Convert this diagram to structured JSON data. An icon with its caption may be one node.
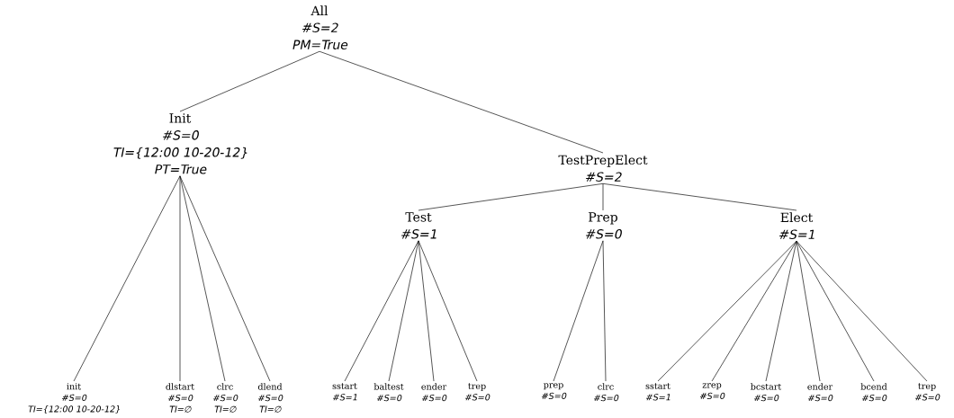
{
  "diagram": {
    "nodes": [
      {
        "text": [
          "All",
          "#S=2",
          "PM=True"
        ]
      },
      {
        "text": [
          "Init",
          "#S=0",
          "TI={12:00 10-20-12}",
          "PT=True"
        ]
      },
      {
        "text": [
          "TestPrepElect",
          "#S=2"
        ]
      },
      {
        "text": [
          "Test",
          "#S=1"
        ]
      },
      {
        "text": [
          "Prep",
          "#S=0"
        ]
      },
      {
        "text": [
          "Elect",
          "#S=1"
        ]
      },
      {
        "text": [
          "init",
          "#S=0",
          "TI={12:00 10-20-12}"
        ]
      },
      {
        "text": [
          "dlstart",
          "#S=0",
          "TI=∅"
        ]
      },
      {
        "text": [
          "clrc",
          "#S=0",
          "TI=∅"
        ]
      },
      {
        "text": [
          "dlend",
          "#S=0",
          "TI=∅"
        ]
      },
      {
        "text": [
          "sstart",
          "#S=1"
        ]
      },
      {
        "text": [
          "baltest",
          "#S=0"
        ]
      },
      {
        "text": [
          "ender",
          "#S=0"
        ]
      },
      {
        "text": [
          "trep",
          "#S=0"
        ]
      },
      {
        "text": [
          "prep",
          "#S=0"
        ]
      },
      {
        "text": [
          "clrc",
          "#S=0"
        ]
      },
      {
        "text": [
          "sstart",
          "#S=1"
        ]
      },
      {
        "text": [
          "zrep",
          "#S=0"
        ]
      },
      {
        "text": [
          "bcstart",
          "#S=0"
        ]
      },
      {
        "text": [
          "ender",
          "#S=0"
        ]
      },
      {
        "text": [
          "bcend",
          "#S=0"
        ]
      },
      {
        "text": [
          "trep",
          "#S=0"
        ]
      }
    ],
    "edges": [
      {
        "from": 0,
        "to": 1,
        "arrow": "none"
      },
      {
        "from": 0,
        "to": 2,
        "arrow": "none"
      },
      {
        "from": 1,
        "to": 6,
        "arrow": "none"
      },
      {
        "from": 1,
        "to": 7,
        "arrow": "none"
      },
      {
        "from": 1,
        "to": 8,
        "arrow": "none"
      },
      {
        "from": 1,
        "to": 9,
        "arrow": "none"
      },
      {
        "from": 2,
        "to": 3,
        "arrow": "none"
      },
      {
        "from": 2,
        "to": 4,
        "arrow": "none"
      },
      {
        "from": 2,
        "to": 5,
        "arrow": "none"
      },
      {
        "from": 3,
        "to": 10,
        "arrow": "none"
      },
      {
        "from": 3,
        "to": 11,
        "arrow": "none"
      },
      {
        "from": 3,
        "to": 12,
        "arrow": "none"
      },
      {
        "from": 3,
        "to": 13,
        "arrow": "none"
      },
      {
        "from": 4,
        "to": 14,
        "arrow": "none"
      },
      {
        "from": 4,
        "to": 15,
        "arrow": "none"
      },
      {
        "from": 5,
        "to": 16,
        "arrow": "none"
      },
      {
        "from": 5,
        "to": 17,
        "arrow": "none"
      },
      {
        "from": 5,
        "to": 18,
        "arrow": "none"
      },
      {
        "from": 5,
        "to": 19,
        "arrow": "none"
      },
      {
        "from": 5,
        "to": 20,
        "arrow": "none"
      },
      {
        "from": 5,
        "to": 21,
        "arrow": "none"
      }
    ]
  }
}
